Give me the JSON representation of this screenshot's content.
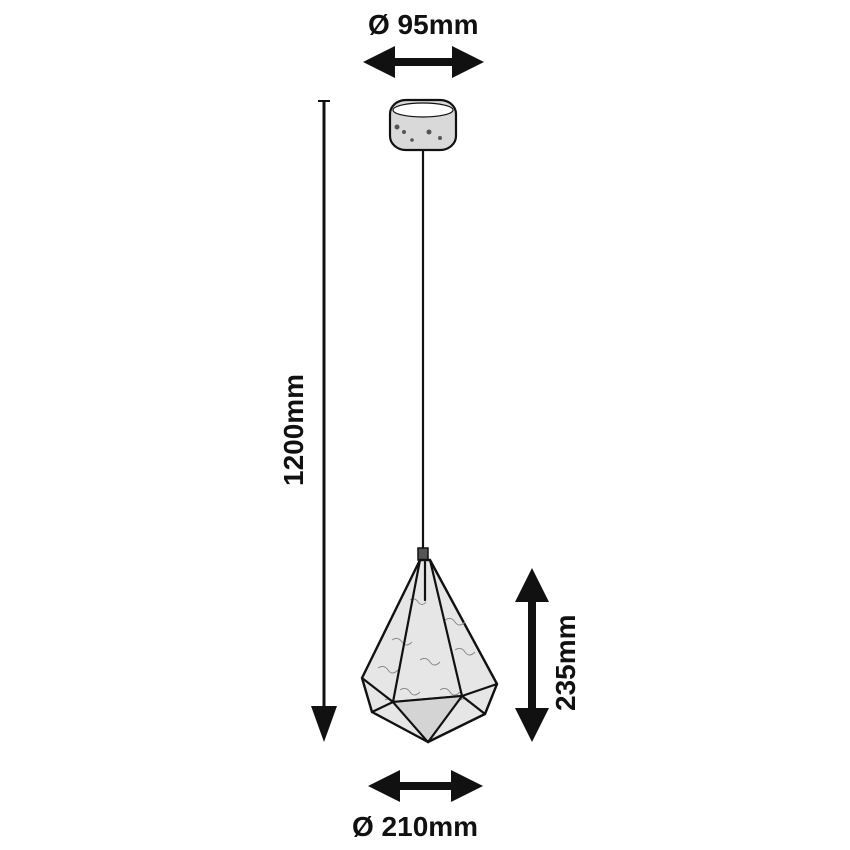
{
  "dimensions": {
    "canopy_diameter": "Ø 95mm",
    "total_height": "1200mm",
    "shade_height": "235mm",
    "shade_diameter": "Ø 210mm"
  },
  "icons": [
    "double-arrow-icon",
    "pendant-lamp-icon"
  ],
  "colors": {
    "ink": "#111111",
    "background": "#ffffff"
  }
}
